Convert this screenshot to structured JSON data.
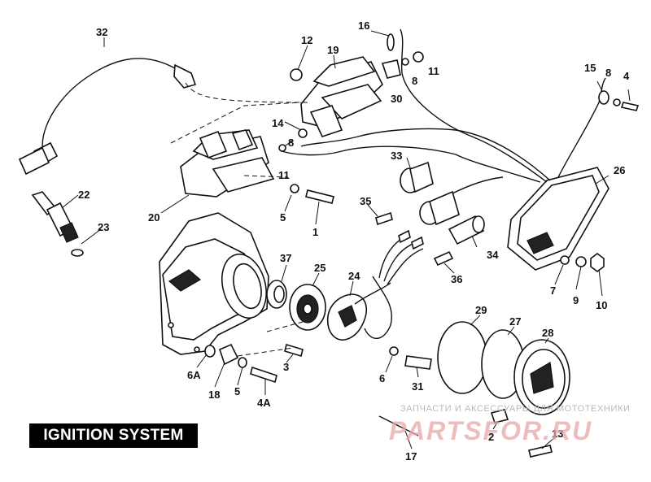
{
  "title": "IGNITION SYSTEM",
  "watermark": {
    "line1": "ЗАПЧАСТИ И АКСЕССУАРЫ ДЛЯ МОТОТЕХНИКИ",
    "logo": "PARTSFOR.RU"
  },
  "callouts": {
    "c32": "32",
    "c16": "16",
    "c12": "12",
    "c19": "19",
    "c11a": "11",
    "c8a": "8",
    "c30": "30",
    "c15": "15",
    "c8b": "8",
    "c4": "4",
    "c14": "14",
    "c8c": "8",
    "c11b": "11",
    "c33": "33",
    "c26": "26",
    "c22": "22",
    "c20": "20",
    "c5a": "5",
    "c1": "1",
    "c35": "35",
    "c23": "23",
    "c34": "34",
    "c37": "37",
    "c25": "25",
    "c24": "24",
    "c36": "36",
    "c7": "7",
    "c9": "9",
    "c10": "10",
    "c29": "29",
    "c27": "27",
    "c28": "28",
    "c3": "3",
    "c6a": "6A",
    "c18": "18",
    "c5b": "5",
    "c4a": "4A",
    "c6": "6",
    "c31": "31",
    "c2": "2",
    "c13": "13",
    "c17": "17"
  },
  "colors": {
    "ink": "#111111",
    "label_bg": "#000000",
    "label_text": "#ffffff",
    "watermark_text": "#b9b9b9",
    "watermark_logo": "#e8a7a7"
  }
}
